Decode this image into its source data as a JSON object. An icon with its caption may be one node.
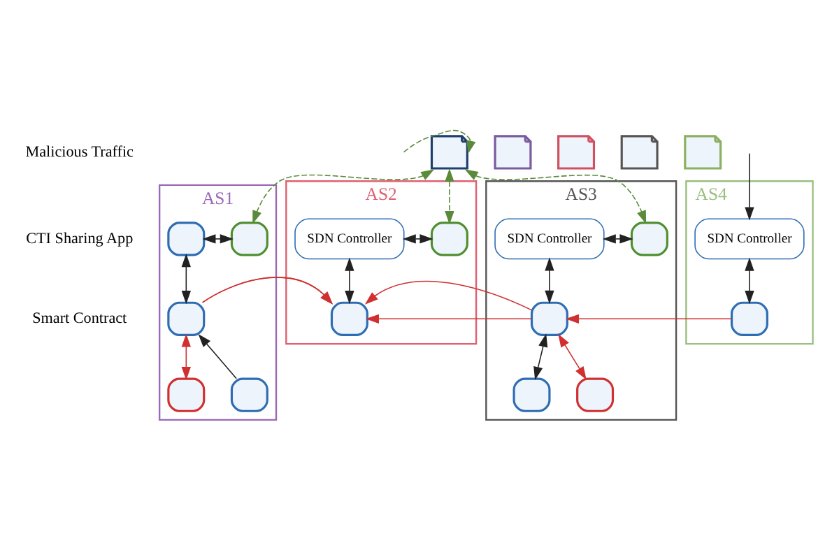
{
  "diagram": {
    "nodes": [
      {
        "text": [],
        "shape": "picture"
      },
      {
        "text": [
          "AS1"
        ]
      },
      {
        "text": [],
        "shape": "box",
        "in": 1
      },
      {
        "text": [],
        "shape": "box",
        "in": 1
      },
      {
        "text": [],
        "shape": "box",
        "in": 1
      },
      {
        "text": [],
        "shape": "box",
        "in": 1
      },
      {
        "text": [],
        "shape": "box",
        "in": 1
      },
      {
        "text": [
          "AS2"
        ]
      },
      {
        "text": [
          "SDN Controller"
        ],
        "in": 7
      },
      {
        "text": [],
        "shape": "box",
        "in": 7
      },
      {
        "text": [],
        "shape": "box",
        "in": 7
      },
      {
        "text": [
          "AS3"
        ]
      },
      {
        "text": [
          "SDN Controller"
        ],
        "in": 11
      },
      {
        "text": [],
        "shape": "box",
        "in": 11
      },
      {
        "text": [],
        "shape": "box",
        "in": 11
      },
      {
        "text": [],
        "shape": "box",
        "in": 11
      },
      {
        "text": [],
        "shape": "box",
        "in": 11
      },
      {
        "text": [
          "AS4"
        ]
      },
      {
        "text": [
          "SDN Controller"
        ],
        "in": 17
      },
      {
        "text": [],
        "shape": "box",
        "in": 17
      },
      {
        "text": [],
        "shape": "picture"
      },
      {
        "text": [],
        "shape": "picture"
      },
      {
        "text": [],
        "shape": "picture"
      },
      {
        "text": [],
        "shape": "picture"
      }
    ],
    "edges": [
      {
        "from": 0,
        "to": 3,
        "arrow": "both",
        "style": "dashed",
        "color": "#5a8a3a"
      },
      {
        "from": 0,
        "to": 9,
        "arrow": "both",
        "style": "dashed",
        "color": "#5a8a3a"
      },
      {
        "from": 0,
        "to": 13,
        "arrow": "both",
        "style": "dashed",
        "color": "#5a8a3a"
      },
      {
        "from": null,
        "to": 0,
        "arrow": "to",
        "style": "dashed",
        "color": "#5a8a3a"
      },
      {
        "from": 2,
        "to": 3,
        "arrow": "both"
      },
      {
        "from": 2,
        "to": 4,
        "arrow": "both"
      },
      {
        "from": 5,
        "to": 4,
        "arrow": "to"
      },
      {
        "from": 4,
        "to": 6,
        "arrow": "both",
        "color": "#d03030"
      },
      {
        "from": 4,
        "to": 10,
        "arrow": "to",
        "color": "#d03030"
      },
      {
        "from": 8,
        "to": 9,
        "arrow": "both"
      },
      {
        "from": 8,
        "to": 10,
        "arrow": "both"
      },
      {
        "from": 12,
        "to": 13,
        "arrow": "both"
      },
      {
        "from": 12,
        "to": 14,
        "arrow": "both"
      },
      {
        "from": 14,
        "to": 15,
        "arrow": "both"
      },
      {
        "from": 14,
        "to": 16,
        "arrow": "both",
        "color": "#d03030"
      },
      {
        "from": 14,
        "to": 10,
        "arrow": "to",
        "color": "#d03030"
      },
      {
        "from": 14,
        "to": 10,
        "arrow": "to",
        "color": "#d03030"
      },
      {
        "from": 19,
        "to": 14,
        "arrow": "to",
        "color": "#d03030"
      },
      {
        "from": 18,
        "to": 19,
        "arrow": "both"
      },
      {
        "from": null,
        "to": 18,
        "arrow": "to"
      }
    ],
    "legend": [
      {
        "text": "Malicious Traffic"
      },
      {
        "text": "CTI Sharing App"
      },
      {
        "text": "Smart Contract"
      }
    ]
  }
}
